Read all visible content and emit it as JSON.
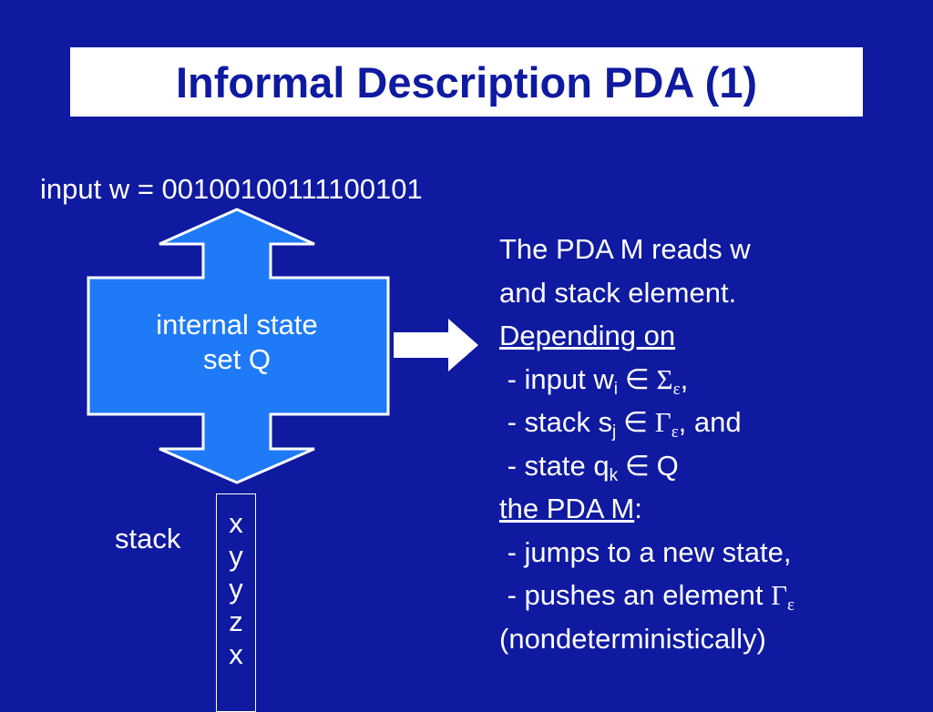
{
  "title": "Informal Description PDA (1)",
  "input_line": "input w = 00100100111100101",
  "state_box": {
    "line1": "internal state",
    "line2": "set Q"
  },
  "stack": {
    "label": "stack",
    "cells": [
      "x",
      "y",
      "y",
      "z",
      "x"
    ]
  },
  "description": {
    "l1": "The PDA M reads w",
    "l2": "and stack element.",
    "depending": "Depending on",
    "input_pre": " - input w",
    "input_sub": "i",
    "input_member": " ∈ ",
    "input_set": "Σ",
    "input_set_sub": "ε",
    "input_post": ",",
    "stack_pre": " - stack s",
    "stack_sub": "j",
    "stack_member": " ∈ ",
    "stack_set": "Γ",
    "stack_set_sub": "ε",
    "stack_post": ", and",
    "state_pre": " - state q",
    "state_sub": "k",
    "state_member": " ∈ ",
    "state_set": "Q",
    "the_pda": "the PDA M",
    "colon": ":",
    "jumps": " - jumps to a new state,",
    "pushes_pre": " - pushes an element ",
    "pushes_set": "Γ",
    "pushes_set_sub": "ε",
    "nondet": "(nondeterministically)"
  },
  "colors": {
    "background": "#0f1aa0",
    "shape_fill": "#1f7af7",
    "title_text": "#0f1aa0",
    "text": "#ffffff"
  }
}
